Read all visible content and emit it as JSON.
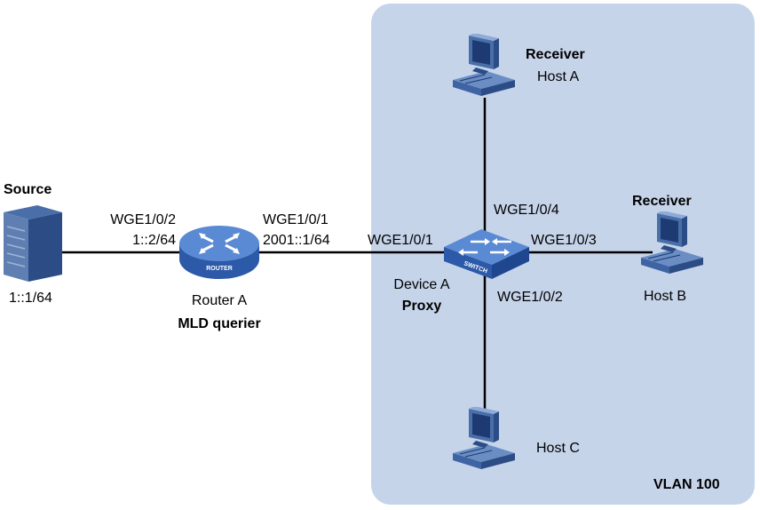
{
  "colors": {
    "vlan_fill": "#c6d4ea",
    "link": "#000000",
    "router_blue": "#3f6fbe",
    "switch_blue": "#3a6bc0"
  },
  "vlan": {
    "label": "VLAN 100"
  },
  "source": {
    "role": "Source",
    "ip": "1::1/64",
    "icon": "server-icon"
  },
  "router_a": {
    "name": "Router A",
    "role": "MLD querier",
    "badge": "ROUTER",
    "icon": "router-icon",
    "left_port": "WGE1/0/2",
    "left_ip": "1::2/64",
    "right_port": "WGE1/0/1",
    "right_ip": "2001::1/64"
  },
  "device_a": {
    "name": "Device A",
    "role": "Proxy",
    "badge": "SWITCH",
    "icon": "switch-icon",
    "port_up": "WGE1/0/1",
    "port_to_host_a": "WGE1/0/4",
    "port_to_host_b": "WGE1/0/3",
    "port_to_host_c": "WGE1/0/2"
  },
  "host_a": {
    "name": "Host A",
    "role": "Receiver",
    "icon": "computer-icon"
  },
  "host_b": {
    "name": "Host B",
    "role": "Receiver",
    "icon": "computer-icon"
  },
  "host_c": {
    "name": "Host C",
    "icon": "computer-icon"
  }
}
